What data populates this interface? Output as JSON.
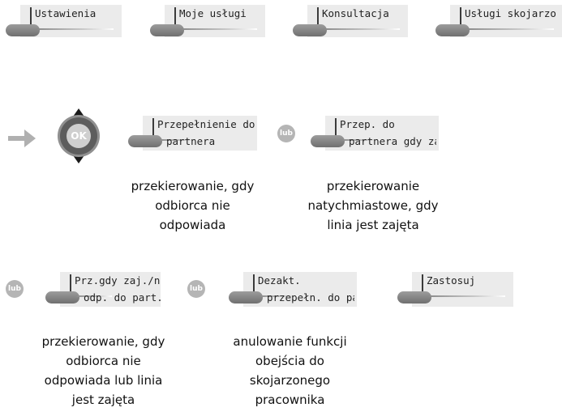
{
  "top_keys": [
    "Ustawienia",
    "Moje usługi",
    "Konsultacja",
    "Usługi skojarzo"
  ],
  "options": [
    {
      "line1": "Przepełnienie do",
      "line2": "partnera",
      "caption": [
        "przekierowanie, gdy",
        "odbiorca nie",
        "odpowiada"
      ]
    },
    {
      "line1": "Przep. do",
      "line2": "partnera gdy za",
      "caption": [
        "przekierowanie",
        "natychmiastowe, gdy",
        "linia jest zajęta"
      ]
    },
    {
      "line1": "Prz.gdy zaj./nie",
      "line2": "odp. do part.",
      "caption": [
        "przekierowanie, gdy",
        "odbiorca nie",
        "odpowiada lub linia",
        "jest zajęta"
      ]
    },
    {
      "line1": "Dezakt.",
      "line2": "przepełn. do pa",
      "caption": [
        "anulowanie funkcji",
        "obejścia do",
        "skojarzonego",
        "pracownika"
      ]
    }
  ],
  "apply_key": "Zastosuj",
  "or_label": "lub",
  "ok_label": "OK",
  "icons": [
    "arrow-right-icon",
    "ok-navigator-icon"
  ]
}
